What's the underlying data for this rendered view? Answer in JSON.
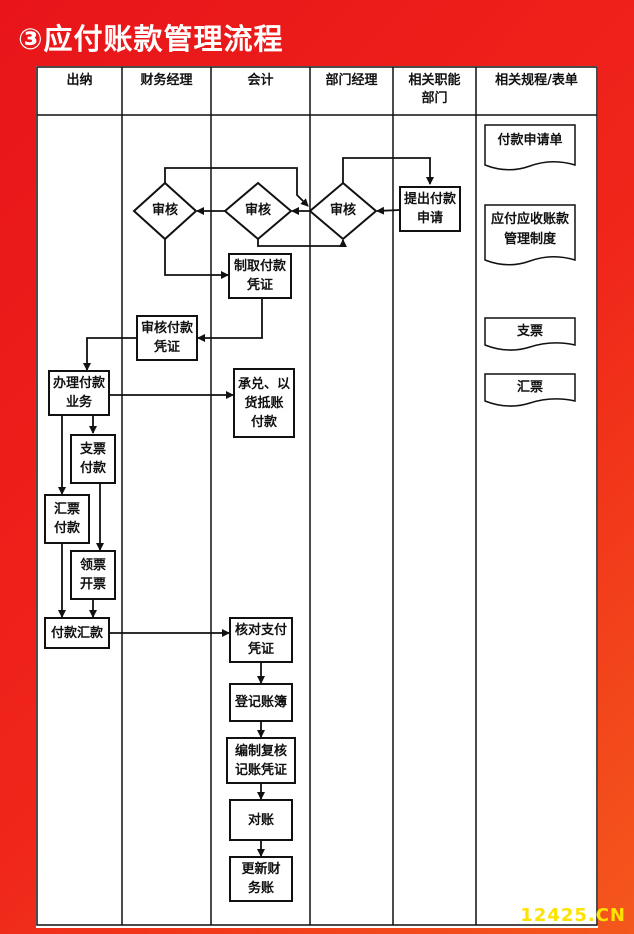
{
  "title": "③应付账款管理流程",
  "columns": [
    "出纳",
    "财务经理",
    "会计",
    "部门经理",
    "相关职能\n部门",
    "相关规程/表单"
  ],
  "decisions": {
    "finance_manager": "审核",
    "accountant": "审核",
    "dept_manager": "审核"
  },
  "steps": {
    "submit_request": "提出付款\n申请",
    "prepare_voucher": "制取付款\n凭证",
    "review_voucher": "审核付款\n凭证",
    "handle_payment": "办理付款\n业务",
    "acceptance": "承兑、以\n货抵账\n付款",
    "check_payment": "支票\n付款",
    "draft_payment": "汇票\n付款",
    "receive_ticket": "领票\n开票",
    "pay_remit": "付款汇款",
    "verify_voucher": "核对支付\n凭证",
    "register_ledger": "登记账簿",
    "compile_review": "编制复核\n记账凭证",
    "reconcile": "对账",
    "update_ledger": "更新财\n务账"
  },
  "documents": [
    "付款申请单",
    "应付应收账款\n管理制度",
    "支票",
    "汇票"
  ],
  "watermark": "12425.CN"
}
